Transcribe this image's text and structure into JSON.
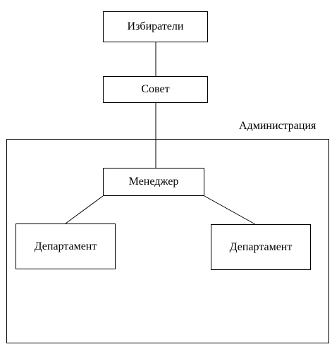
{
  "diagram": {
    "voters": "Избиратели",
    "council": "Совет",
    "administration": "Администрация",
    "manager": "Менеджер",
    "department_left": "Департамент",
    "department_right": "Департамент"
  }
}
